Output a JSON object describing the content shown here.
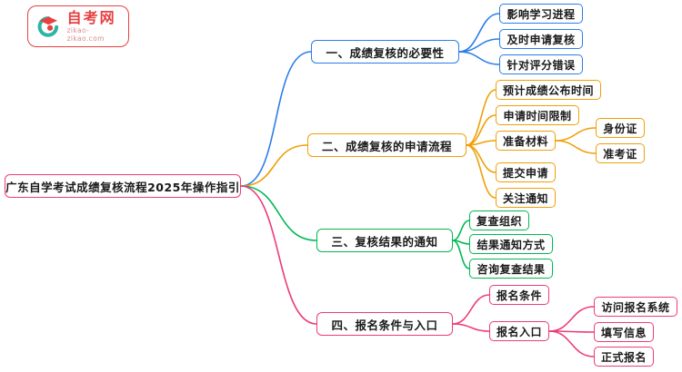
{
  "palette": {
    "blue": "#2b7de9",
    "orange": "#efa007",
    "green": "#00b852",
    "pink": "#ec3c78",
    "brand_red": "#e64040",
    "brand_teal": "#2ab5a5"
  },
  "logo": {
    "name": "自考网",
    "domain": "zikao-zikao.com"
  },
  "root": {
    "label": "广东自学考试成绩复核流程2025年操作指引",
    "color": "#ec3c78"
  },
  "branches": [
    {
      "label": "一、成绩复核的必要性",
      "color": "#2b7de9",
      "children": [
        {
          "label": "影响学习进程"
        },
        {
          "label": "及时申请复核"
        },
        {
          "label": "针对评分错误"
        }
      ]
    },
    {
      "label": "二、成绩复核的申请流程",
      "color": "#efa007",
      "children": [
        {
          "label": "预计成绩公布时间"
        },
        {
          "label": "申请时间限制"
        },
        {
          "label": "准备材料",
          "children": [
            {
              "label": "身份证"
            },
            {
              "label": "准考证"
            }
          ]
        },
        {
          "label": "提交申请"
        },
        {
          "label": "关注通知"
        }
      ]
    },
    {
      "label": "三、复核结果的通知",
      "color": "#00b852",
      "children": [
        {
          "label": "复查组织"
        },
        {
          "label": "结果通知方式"
        },
        {
          "label": "咨询复查结果"
        }
      ]
    },
    {
      "label": "四、报名条件与入口",
      "color": "#ec3c78",
      "children": [
        {
          "label": "报名条件"
        },
        {
          "label": "报名入口",
          "children": [
            {
              "label": "访问报名系统"
            },
            {
              "label": "填写信息"
            },
            {
              "label": "正式报名"
            }
          ]
        }
      ]
    }
  ]
}
